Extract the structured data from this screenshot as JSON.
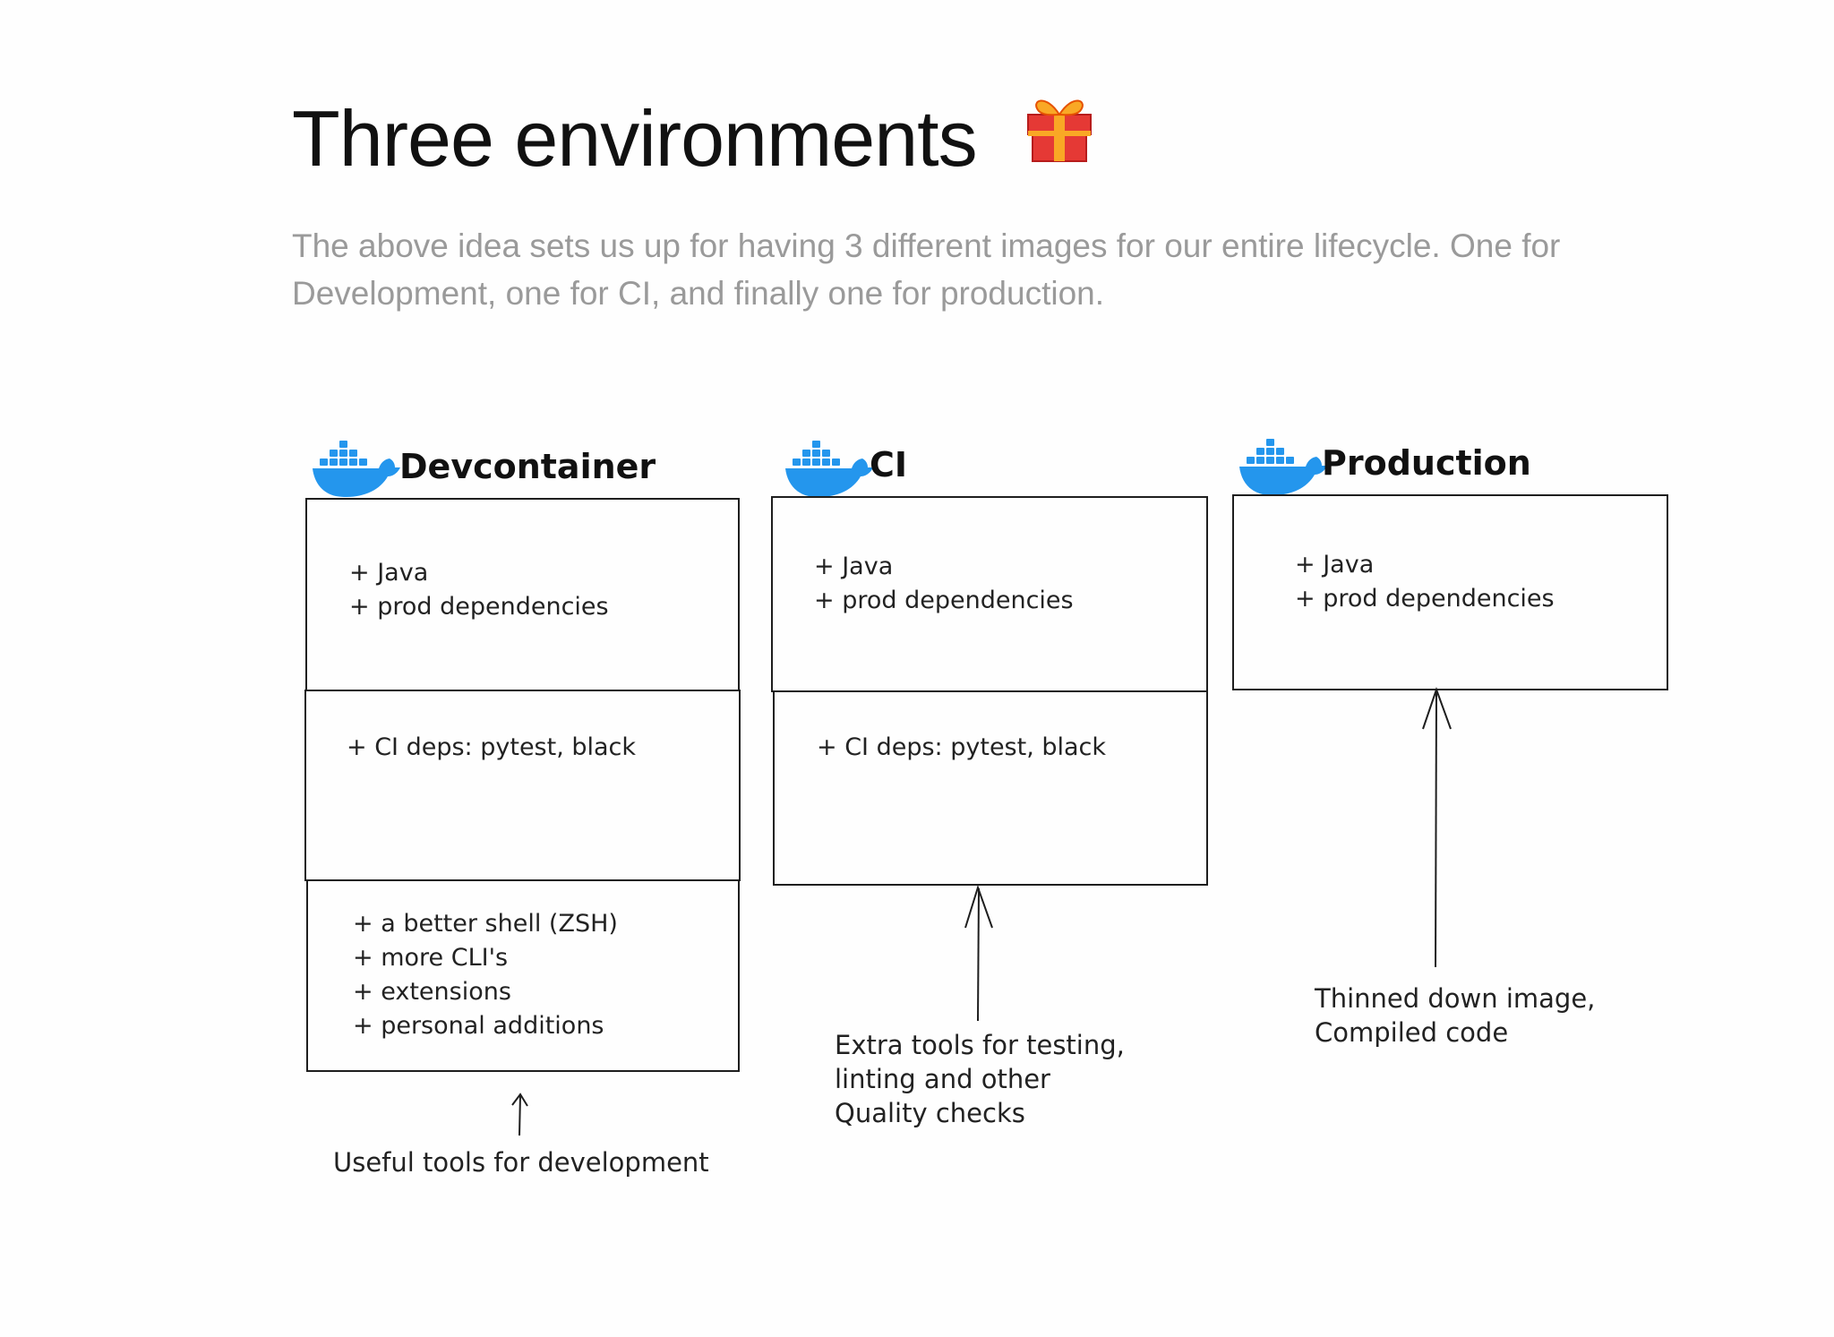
{
  "page": {
    "title": "Three environments",
    "title_icon": "gift-icon",
    "description": "The above idea sets us up for having 3 different images for our entire lifecycle. One for Development, one for CI, and finally one for production."
  },
  "colors": {
    "docker": "#2496ED",
    "stroke": "#1e1e1e",
    "subtitle": "#9a9a9a"
  },
  "environments": [
    {
      "name": "Devcontainer",
      "icon": "docker-whale-icon",
      "sections": [
        {
          "items": [
            "+ Java",
            "+ prod dependencies"
          ]
        },
        {
          "items": [
            "+ CI deps: pytest, black"
          ]
        },
        {
          "items": [
            "+ a better shell (ZSH)",
            "+ more CLI's",
            "+ extensions",
            "+ personal additions"
          ]
        }
      ],
      "annotation": [
        "Useful tools for development"
      ]
    },
    {
      "name": "CI",
      "icon": "docker-whale-icon",
      "sections": [
        {
          "items": [
            "+ Java",
            "+ prod dependencies"
          ]
        },
        {
          "items": [
            "+ CI deps: pytest, black"
          ]
        }
      ],
      "annotation": [
        "Extra tools for testing,",
        "linting and other",
        "Quality checks"
      ]
    },
    {
      "name": "Production",
      "icon": "docker-whale-icon",
      "sections": [
        {
          "items": [
            "+ Java",
            "+ prod dependencies"
          ]
        }
      ],
      "annotation": [
        "Thinned down image,",
        "Compiled code"
      ]
    }
  ]
}
